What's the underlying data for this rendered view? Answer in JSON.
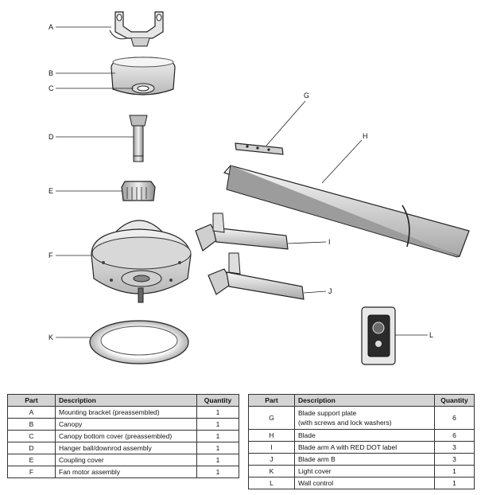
{
  "callouts": [
    "A",
    "B",
    "C",
    "D",
    "E",
    "F",
    "G",
    "H",
    "I",
    "J",
    "K",
    "L"
  ],
  "table_left": {
    "headers": {
      "part": "Part",
      "description": "Description",
      "quantity": "Quantity"
    },
    "rows": [
      {
        "part": "A",
        "description": "Mounting bracket (preassembled)",
        "quantity": "1"
      },
      {
        "part": "B",
        "description": "Canopy",
        "quantity": "1"
      },
      {
        "part": "C",
        "description": "Canopy bottom cover (preassembled)",
        "quantity": "1"
      },
      {
        "part": "D",
        "description": "Hanger ball/downrod assembly",
        "quantity": "1"
      },
      {
        "part": "E",
        "description": "Coupling cover",
        "quantity": "1"
      },
      {
        "part": "F",
        "description": "Fan motor assembly",
        "quantity": "1"
      }
    ]
  },
  "table_right": {
    "headers": {
      "part": "Part",
      "description": "Description",
      "quantity": "Quantity"
    },
    "rows": [
      {
        "part": "G",
        "description": "Blade support plate",
        "description2": "(with screws and lock washers)",
        "quantity": "6"
      },
      {
        "part": "H",
        "description": "Blade",
        "quantity": "6"
      },
      {
        "part": "I",
        "description": "Blade arm A with RED DOT label",
        "quantity": "3"
      },
      {
        "part": "J",
        "description": "Blade arm B",
        "quantity": "3"
      },
      {
        "part": "K",
        "description": "Light cover",
        "quantity": "1"
      },
      {
        "part": "L",
        "description": "Wall control",
        "quantity": "1"
      }
    ]
  }
}
